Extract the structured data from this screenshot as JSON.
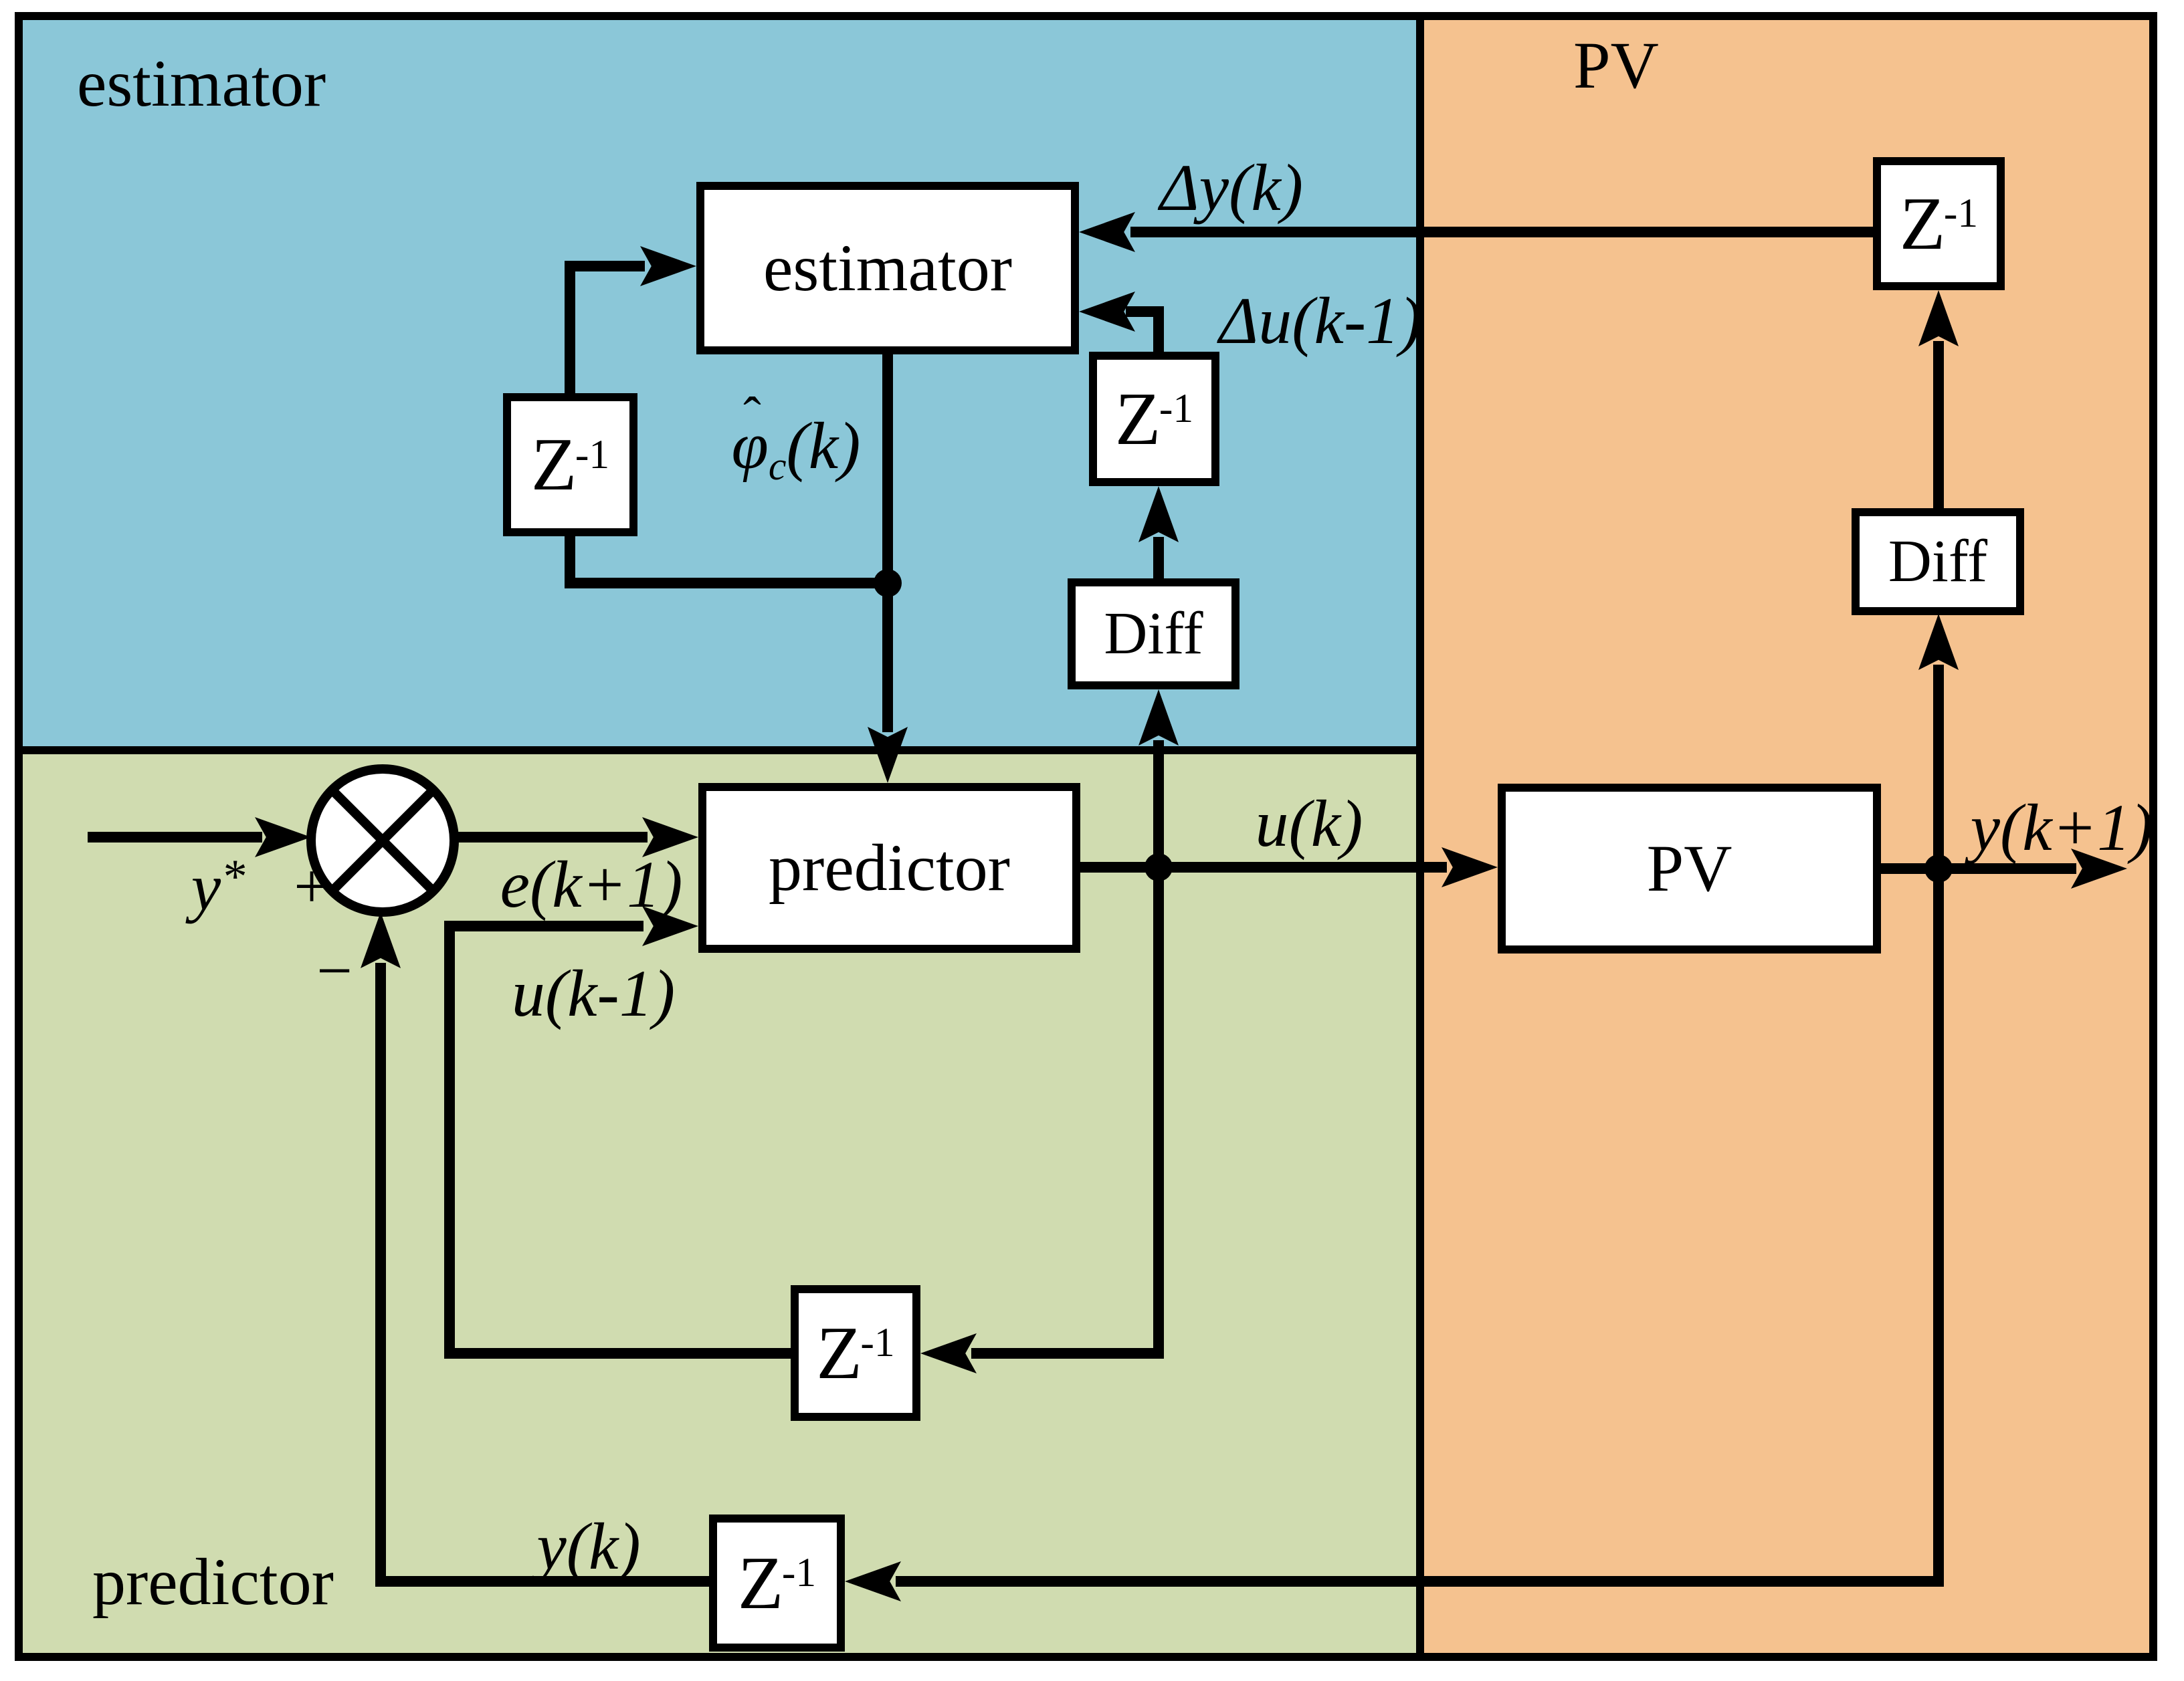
{
  "regions": {
    "estimator": "estimator",
    "predictor": "predictor",
    "pv": "PV"
  },
  "blocks": {
    "estimator": "estimator",
    "predictor": "predictor",
    "pv": "PV",
    "diff": "Diff",
    "delay": {
      "base": "Z",
      "sup": "-1"
    }
  },
  "signals": {
    "delta_y": "Δy(k)",
    "delta_u": "Δu(k-1)",
    "phi_hat": {
      "hat": "ˆ",
      "base": "φ",
      "sub": "c",
      "args": "(k)"
    },
    "u_k": "u(k)",
    "y_k_plus_1": "y(k+1)",
    "y_ref": {
      "base": "y",
      "sup": "*"
    },
    "plus": "+",
    "minus": "−",
    "e_k_plus_1": "e(k+1)",
    "u_k_minus_1": "u(k-1)",
    "y_k": "y(k)"
  },
  "colors": {
    "estimator_region": "#8bc7d8",
    "predictor_region": "#d0dcb0",
    "pv_region": "#f5c28f",
    "line": "#000000",
    "block_fill": "#ffffff"
  }
}
